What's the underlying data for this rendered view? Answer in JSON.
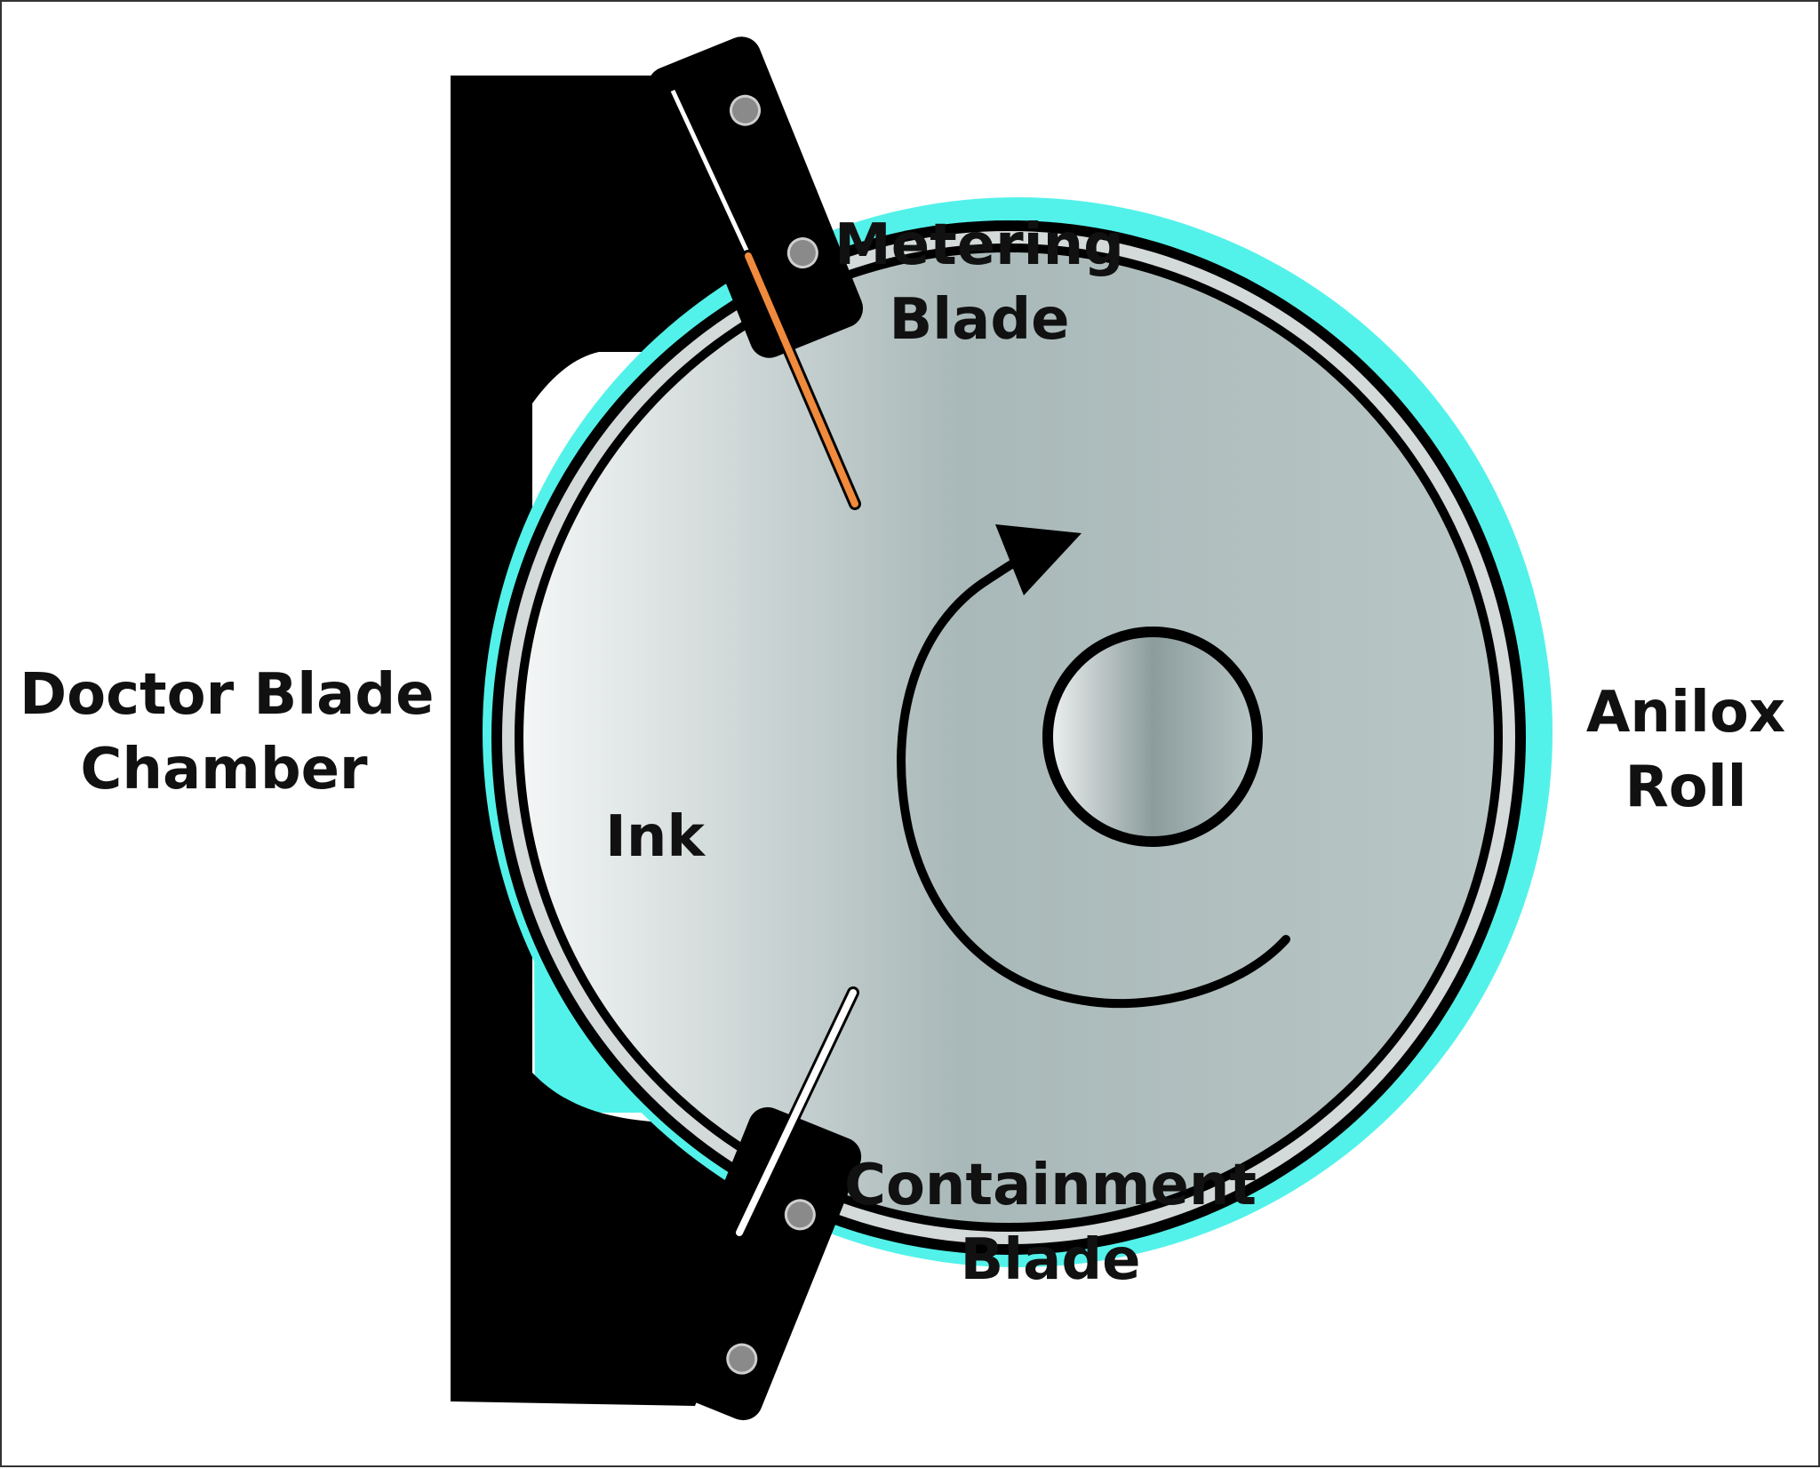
{
  "labels": {
    "metering_blade": [
      "Metering",
      "Blade"
    ],
    "doctor_blade_chamber": [
      "Doctor Blade",
      "Chamber"
    ],
    "ink": "Ink",
    "anilox_roll": [
      "Anilox",
      "Roll"
    ],
    "containment_blade": [
      "Containment",
      "Blade"
    ]
  },
  "colors": {
    "ink": "#52f2ea",
    "chamber": "#000000",
    "metering_blade": "#f08a3c",
    "containment_blade": "#ffffff",
    "roll_light": "#f4f6f6",
    "roll_mid": "#a9b8b8",
    "roll_dark": "#b9c6c6",
    "hub_light": "#eef1f1",
    "hub_mid": "#8c9c9c",
    "background": "#ffffff"
  },
  "icons": {
    "rotation": "clockwise-arrow-icon"
  }
}
